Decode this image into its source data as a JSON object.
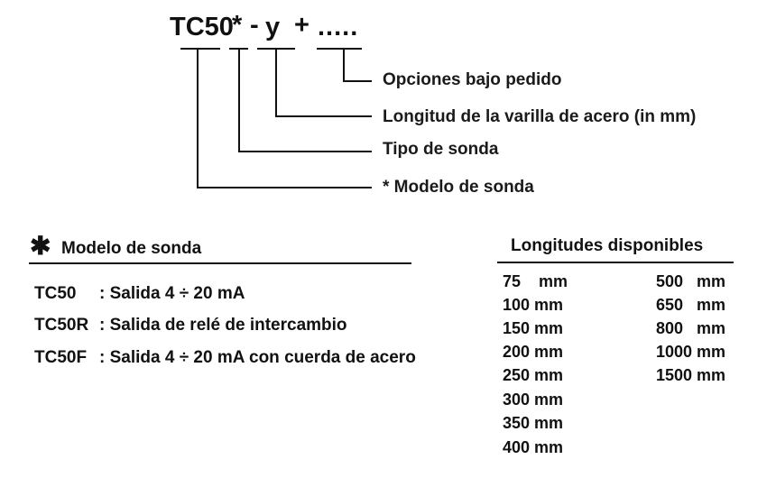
{
  "code": {
    "base": "TC50",
    "star": "*",
    "dash": "-",
    "y": "y",
    "plus": "+",
    "dots": "....."
  },
  "callouts": [
    "Opciones bajo pedido",
    "Longitud de la varilla de acero (in mm)",
    "Tipo de sonda",
    "* Modelo de sonda"
  ],
  "models": {
    "asterisk": "✱",
    "title": "Modelo de sonda",
    "items": [
      {
        "code": "TC50",
        "desc": ": Salida 4 ÷ 20 mA"
      },
      {
        "code": "TC50R",
        "desc": ": Salida de relé de intercambio"
      },
      {
        "code": "TC50F",
        "desc": ": Salida 4 ÷ 20 mA con cuerda de acero"
      }
    ]
  },
  "lengths": {
    "title": "Longitudes disponibles",
    "col1": [
      "75    mm",
      "100 mm",
      "150 mm",
      "200 mm",
      "250 mm",
      "300 mm",
      "350 mm",
      "400 mm"
    ],
    "col2": [
      "500   mm",
      "650   mm",
      "800   mm",
      "1000 mm",
      "1500 mm"
    ]
  }
}
